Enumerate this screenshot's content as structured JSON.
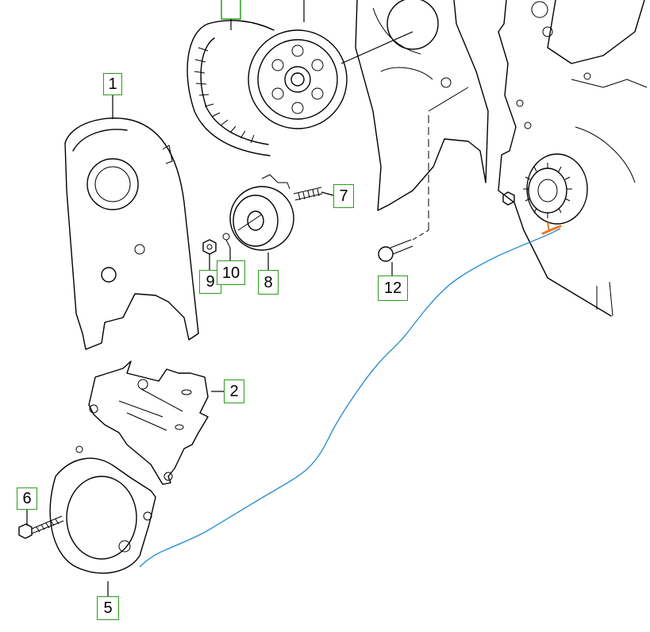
{
  "diagram": {
    "callouts": [
      {
        "id": "c1",
        "label": "1"
      },
      {
        "id": "c2",
        "label": "2"
      },
      {
        "id": "c5",
        "label": "5"
      },
      {
        "id": "c6",
        "label": "6"
      },
      {
        "id": "c7",
        "label": "7"
      },
      {
        "id": "c8",
        "label": "8"
      },
      {
        "id": "c9",
        "label": "9"
      },
      {
        "id": "c10",
        "label": "10"
      },
      {
        "id": "c12",
        "label": "12"
      }
    ],
    "colors": {
      "callout_border": "#2e9a1e",
      "annotation_line": "#2f8fd0",
      "highlight_mark": "#f07820",
      "drawing_line": "#000000"
    }
  }
}
